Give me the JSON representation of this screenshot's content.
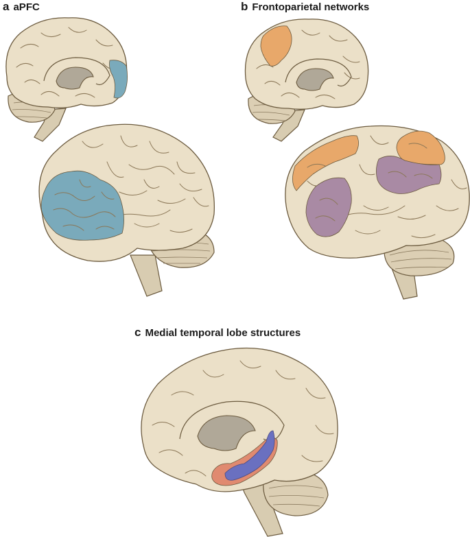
{
  "panels": {
    "a": {
      "letter": "a",
      "title": "aPFC"
    },
    "b": {
      "letter": "b",
      "title": "Frontoparietal networks"
    },
    "c": {
      "letter": "c",
      "title": "Medial temporal lobe structures"
    }
  },
  "colors": {
    "brain_fill": "#ebe0c8",
    "outline": "#6b5a3e",
    "apfc_region": "#7aaabb",
    "frontoparietal_orange": "#e8a86a",
    "frontoparietal_purple": "#a98aa4",
    "mtl_red": "#e08a70",
    "mtl_blue": "#6a70c0"
  }
}
